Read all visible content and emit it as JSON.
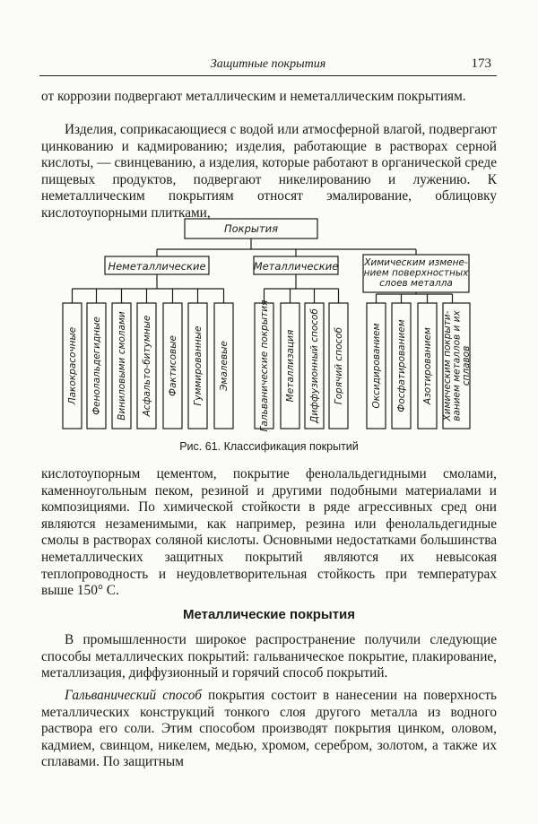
{
  "header": {
    "running_title": "Защитные покрытия",
    "page_number": "173"
  },
  "para1": "от коррозии подвергают металлическим и неметаллическим покрытиям.",
  "para2": "Изделия, соприкасающиеся с водой или атмосферной влагой, подвергают цинкованию и кадмированию; изделия, работающие в растворах серной кислоты, — свинцеванию, а изделия, которые работают в органической среде пищевых продуктов, подвергают никелированию и лужению. К неметаллическим покрытиям относят эмалирование, облицовку кислотоупорными плитками,",
  "figure": {
    "root": "Покрытия",
    "groups": [
      {
        "label": "Неметаллические",
        "items": [
          "Лакокрасочные",
          "Фенолальдегидные",
          "Виниловыми смолами",
          "Асфальто-битумные",
          "Фактисовые",
          "Гуммированные",
          "Эмалевые"
        ]
      },
      {
        "label": "Металлические",
        "items": [
          "Гальванические покрытия",
          "Металлизация",
          "Диффузионный способ",
          "Горячий способ"
        ]
      },
      {
        "label_lines": [
          "Химическим измене-",
          "нием поверхностных",
          "слоев металла"
        ],
        "items": [
          "Оксидированием",
          "Фосфатированием",
          "Азотированием",
          "Химическим покрыти-|ванием металлов и их|сплавов"
        ]
      }
    ],
    "caption": "Рис. 61. Классификация покрытий"
  },
  "para3": "кислотоупорным цементом, покрытие фенолальдегидными смолами, каменноугольным пеком, резиной и другими подобными материалами и композициями. По химической стойкости в ряде агрессивных сред они являются незаменимыми, как например, резина или фенолальдегидные смолы в растворах соляной кислоты. Основными недостатками большинства неметаллических защитных покрытий являются их невысокая теплопроводность и неудовлетворительная стойкость при температурах выше 150° С.",
  "section_title": "Металлические покрытия",
  "para4": "В промышленности широкое распространение получили следующие способы металлических покрытий: гальваническое покрытие, плакирование, металлизация, диффузионный и горячий способ покрытий.",
  "para5_term": "Гальванический способ",
  "para5_rest": " покрытия состоит в нанесении на поверхность металлических конструкций тонкого слоя другого металла из водного раствора его соли. Этим способом производят покрытия цинком, оловом, кадмием, свинцом, никелем, медью, хромом, серебром, золотом, а также их сплавами. По защитным"
}
